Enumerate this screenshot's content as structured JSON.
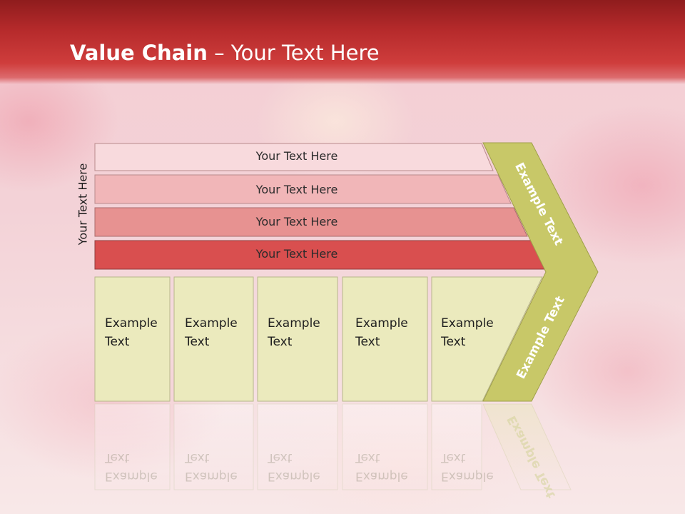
{
  "title": {
    "bold": "Value Chain",
    "rest": " – Your Text Here"
  },
  "side_label": "Your Text Here",
  "bars": [
    {
      "label": "Your Text Here",
      "color": "#f8dadd"
    },
    {
      "label": "Your Text Here",
      "color": "#f1b6b8"
    },
    {
      "label": "Your Text Here",
      "color": "#e79291"
    },
    {
      "label": "Your Text Here",
      "color": "#d94f4f"
    }
  ],
  "boxes": [
    {
      "label": "Example\nText"
    },
    {
      "label": "Example\nText"
    },
    {
      "label": "Example\nText"
    },
    {
      "label": "Example\nText"
    },
    {
      "label": "Example\nText"
    }
  ],
  "chevron": {
    "upper_label": "Example Text",
    "lower_label": "Example Text",
    "color": "#c8c868"
  },
  "colors": {
    "header": "#c23433",
    "box_fill": "#ebeabd",
    "box_border": "#b7b78a"
  }
}
